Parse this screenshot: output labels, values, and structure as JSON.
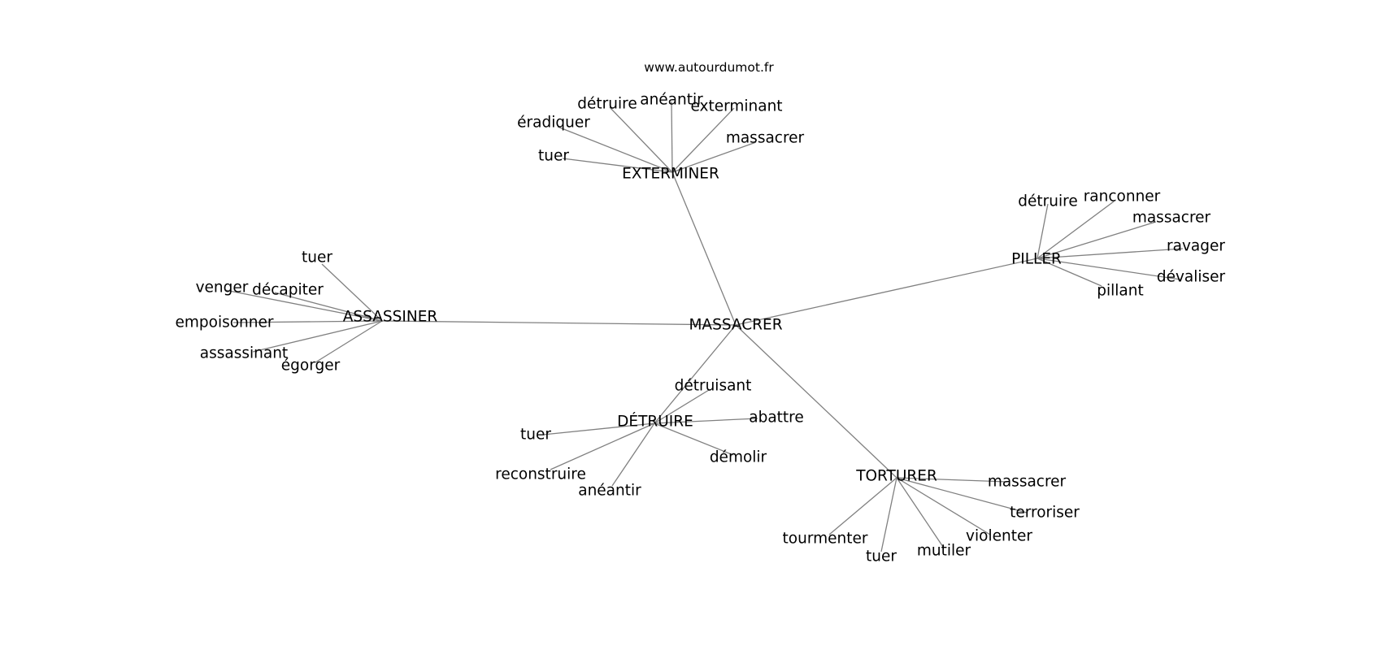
{
  "credit": "www.autourdumot.fr",
  "center": "MASSACRER",
  "hubs": [
    {
      "label": "EXTERMINER",
      "leaves": [
        "détruire",
        "anéantir",
        "exterminant",
        "éradiquer",
        "massacrer",
        "tuer"
      ]
    },
    {
      "label": "PILLER",
      "leaves": [
        "détruire",
        "ranconner",
        "massacrer",
        "ravager",
        "dévaliser",
        "pillant"
      ]
    },
    {
      "label": "ASSASSINER",
      "leaves": [
        "tuer",
        "venger",
        "décapiter",
        "empoisonner",
        "assassinant",
        "égorger"
      ]
    },
    {
      "label": "DÉTRUIRE",
      "leaves": [
        "détruisant",
        "abattre",
        "tuer",
        "démolir",
        "reconstruire",
        "anéantir"
      ]
    },
    {
      "label": "TORTURER",
      "leaves": [
        "massacrer",
        "terroriser",
        "violenter",
        "tourmenter",
        "mutiler",
        "tuer"
      ]
    }
  ]
}
